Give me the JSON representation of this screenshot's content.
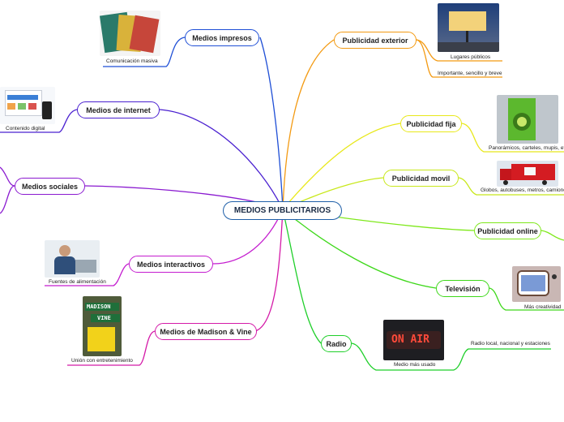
{
  "central": "MEDIOS PUBLICITARIOS",
  "branches": {
    "impresos": {
      "label": "Medios impresos",
      "sub": "Comunicación masiva"
    },
    "internet": {
      "label": "Medios de internet",
      "sub": "Contenido digital"
    },
    "sociales": {
      "label": "Medios sociales"
    },
    "interactivos": {
      "label": "Medios interactivos",
      "sub": "Fuentes de alimentación"
    },
    "madison": {
      "label": "Medios de Madison & Vine",
      "sub": "Unión con entretenimiento"
    },
    "exterior": {
      "label": "Publicidad exterior",
      "sub1": "Lugares públicos",
      "sub2": "Importante, sencillo y breve"
    },
    "fija": {
      "label": "Publicidad fija",
      "sub": "Panorámicos, carteles, mupis, etc"
    },
    "movil": {
      "label": "Publicidad movil",
      "sub": "Globos, autobuses, metros, camiones, etc"
    },
    "online": {
      "label": "Publicidad online"
    },
    "television": {
      "label": "Televisión",
      "sub": "Más creatividad"
    },
    "radio": {
      "label": "Radio",
      "sub1": "Medio más usado",
      "sub2": "Radio local, nacional y estaciones"
    }
  },
  "images": {
    "impresos": "printed brochures",
    "internet": "website mockups",
    "interactivos": "person with headphones",
    "madison": "Madison & Vine street sign",
    "exterior": "billboard at night",
    "fija": "green billboard with kiwi",
    "movil": "red advertising truck",
    "television": "retro television",
    "radio": "ON AIR sign"
  },
  "image_text": {
    "radio": "ON AIR",
    "madison_top": "MADISON",
    "madison_bottom": "VINE"
  },
  "colors": {
    "central": "#1f5fa8",
    "impresos": "#1f4fd6",
    "internet": "#4a20d0",
    "sociales": "#8a1ad0",
    "interactivos": "#c41ccf",
    "madison": "#d41aa8",
    "exterior": "#f39a12",
    "fija": "#e8e81a",
    "movil": "#c8e81a",
    "online": "#7ee81a",
    "television": "#3ed81a",
    "radio": "#1fcf2a"
  }
}
